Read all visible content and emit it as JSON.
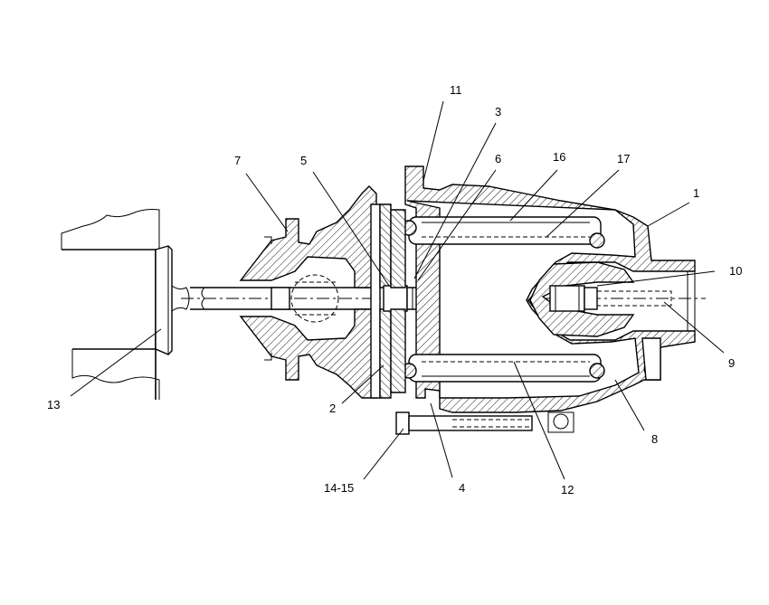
{
  "diagram": {
    "type": "mechanical cross-section drawing",
    "callouts": [
      {
        "id": "c1",
        "label": "1"
      },
      {
        "id": "c2",
        "label": "2"
      },
      {
        "id": "c3",
        "label": "3"
      },
      {
        "id": "c4",
        "label": "4"
      },
      {
        "id": "c5",
        "label": "5"
      },
      {
        "id": "c6",
        "label": "6"
      },
      {
        "id": "c7",
        "label": "7"
      },
      {
        "id": "c8",
        "label": "8"
      },
      {
        "id": "c9",
        "label": "9"
      },
      {
        "id": "c10",
        "label": "10"
      },
      {
        "id": "c11",
        "label": "11"
      },
      {
        "id": "c12",
        "label": "12"
      },
      {
        "id": "c13",
        "label": "13"
      },
      {
        "id": "c14",
        "label": "14-15"
      },
      {
        "id": "c16",
        "label": "16"
      },
      {
        "id": "c17",
        "label": "17"
      }
    ]
  }
}
